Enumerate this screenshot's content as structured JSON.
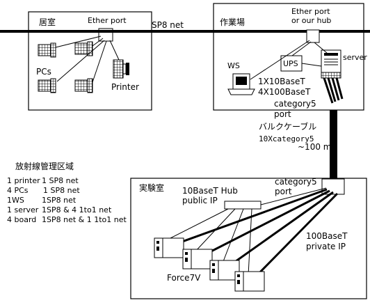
{
  "rooms": {
    "living": {
      "title": "居室",
      "ether_port": "Ether port",
      "pcs": "PCs",
      "printer": "Printer"
    },
    "workshop": {
      "title": "作業場",
      "ether_hub_line1": "Ether port",
      "ether_hub_line2": "or our hub",
      "ws": "WS",
      "ups": "UPS",
      "server": "server",
      "port_line1": "1X10BaseT",
      "port_line2": "4X100BaseT",
      "port_line3": "category5",
      "port_line4": "port"
    },
    "lab": {
      "title": "実験室",
      "hub_line1": "10BaseT Hub",
      "hub_line2": "public IP",
      "cat5_line1": "category5",
      "cat5_line2": "port",
      "private_line1": "100BaseT",
      "private_line2": "private IP",
      "force": "Force7V"
    }
  },
  "network": {
    "sp8": "SP8 net",
    "bulk_cable": "バルクケーブル",
    "bulk_count": "10Xcategory5",
    "bulk_length": "~100 m"
  },
  "legend": {
    "title": "放射線管理区域",
    "items": [
      {
        "qty": "1 printer",
        "conn": "1 SP8 net"
      },
      {
        "qty": "4 PCs",
        "conn": "1 SP8 net"
      },
      {
        "qty": "1WS",
        "conn": "1SP8 net"
      },
      {
        "qty": "1 server",
        "conn": "1SP8 & 4 1to1 net"
      },
      {
        "qty": "4 board",
        "conn": "1SP8 net & 1 1to1 net"
      }
    ]
  }
}
